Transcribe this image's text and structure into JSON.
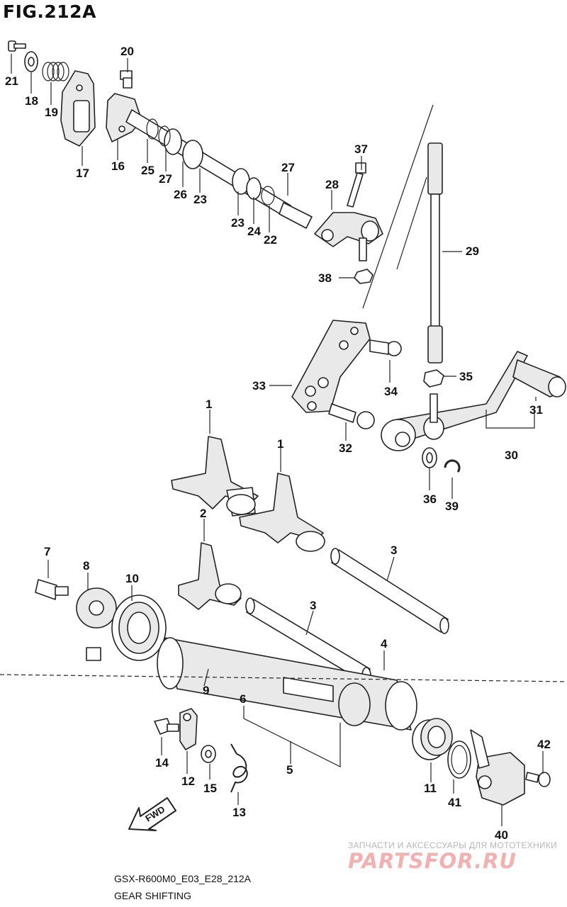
{
  "figure": {
    "title": "FIG.212A",
    "model_code": "GSX-R600M0_E03_E28_212A",
    "caption": "GEAR SHIFTING",
    "direction_label": "FWD"
  },
  "watermark": {
    "subtitle": "ЗАПЧАСТИ И АКСЕССУАРЫ ДЛЯ МОТОТЕХНИКИ",
    "brand": "PARTSFOR.RU",
    "color": "#f3b0b0"
  },
  "part_numbers": {
    "p1a": "1",
    "p1b": "1",
    "p2": "2",
    "p3a": "3",
    "p3b": "3",
    "p4": "4",
    "p5": "5",
    "p6": "6",
    "p7": "7",
    "p8": "8",
    "p9": "9",
    "p10": "10",
    "p11": "11",
    "p12": "12",
    "p13": "13",
    "p14": "14",
    "p15": "15",
    "p16": "16",
    "p17": "17",
    "p18": "18",
    "p19": "19",
    "p20": "20",
    "p21": "21",
    "p22": "22",
    "p23a": "23",
    "p23b": "23",
    "p24": "24",
    "p25": "25",
    "p26": "26",
    "p27a": "27",
    "p27b": "27",
    "p28": "28",
    "p29": "29",
    "p30": "30",
    "p31": "31",
    "p32": "32",
    "p33": "33",
    "p34": "34",
    "p35": "35",
    "p36": "36",
    "p37": "37",
    "p38": "38",
    "p39": "39",
    "p40": "40",
    "p41": "41",
    "p42": "42"
  }
}
